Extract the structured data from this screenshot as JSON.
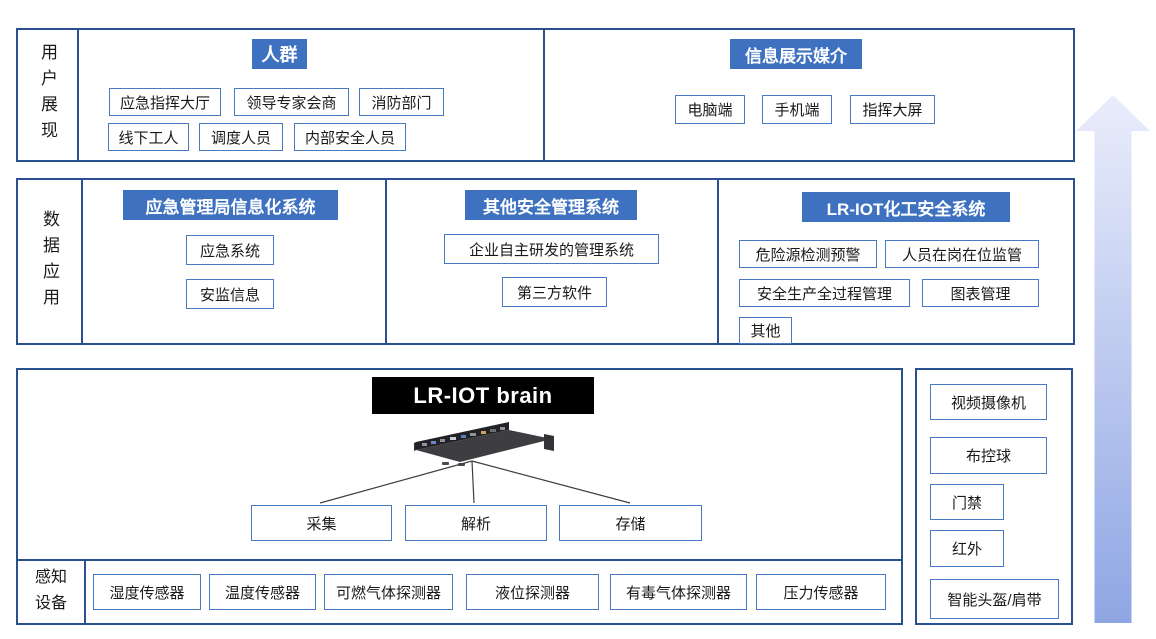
{
  "colors": {
    "header_bg": "#3E72C0",
    "section_border": "#29508F",
    "item_border": "#4879C5",
    "brain_bg": "#000000",
    "brain_text": "#FFFFFF",
    "arrow_gradient_top": "#EAEDFB",
    "arrow_gradient_bottom": "#8FA6E4",
    "connector_line": "#3F3F3F"
  },
  "user_display": {
    "label": "用户展现",
    "crowd": {
      "title": "人群",
      "row1": [
        "应急指挥大厅",
        "领导专家会商",
        "消防部门"
      ],
      "row2": [
        "线下工人",
        "调度人员",
        "内部安全人员"
      ]
    },
    "media": {
      "title": "信息展示媒介",
      "items": [
        "电脑端",
        "手机端",
        "指挥大屏"
      ]
    }
  },
  "data_application": {
    "label": "数据应用",
    "columns": [
      {
        "title": "应急管理局信息化系统",
        "items": [
          "应急系统",
          "安监信息"
        ]
      },
      {
        "title": "其他安全管理系统",
        "items": [
          "企业自主研发的管理系统",
          "第三方软件"
        ]
      },
      {
        "title": "LR-IOT化工安全系统",
        "items": [
          "危险源检测预警",
          "人员在岗在位监管",
          "安全生产全过程管理",
          "图表管理",
          "其他"
        ]
      }
    ]
  },
  "platform": {
    "brain_title": "LR-IOT brain",
    "functions": [
      "采集",
      "解析",
      "存储"
    ],
    "sensing": {
      "label": "感知设备",
      "sensors": [
        "湿度传感器",
        "温度传感器",
        "可燃气体探测器",
        "液位探测器",
        "有毒气体探测器",
        "压力传感器"
      ]
    }
  },
  "devices": {
    "items": [
      "视频摄像机",
      "布控球",
      "门禁",
      "红外",
      "智能头盔/肩带"
    ]
  }
}
